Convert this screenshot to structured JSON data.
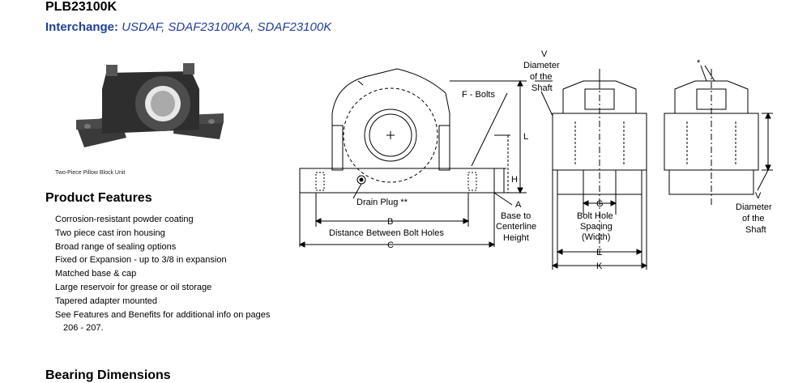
{
  "header": {
    "title": "PLB23100K",
    "interchange_label": "Interchange:",
    "interchange_value": "USDAF, SDAF23100KA, SDAF23100K"
  },
  "photo": {
    "caption": "Two-Piece Pillow Block Unit",
    "icon": "pillow-block-photo"
  },
  "features": {
    "heading": "Product Features",
    "items": [
      "Corrosion-resistant powder coating",
      "Two piece cast iron housing",
      "Broad range of sealing options",
      "Fixed or Expansion - up to 3/8 in expansion",
      "Matched base & cap",
      "Large reservoir for grease or oil storage",
      "Tapered adapter mounted"
    ],
    "last_item_line1": "See Features and Benefits for additional info on pages",
    "last_item_line2": "206 - 207."
  },
  "dimensions": {
    "heading": "Bearing Dimensions"
  },
  "drawing": {
    "f_bolts": "F - Bolts",
    "drain_plug": "Drain Plug **",
    "b_letter": "B",
    "b_text": "Distance Between Bolt Holes",
    "c_letter": "C",
    "a_letter": "A",
    "a_line1": "Base to",
    "a_line2": "Centerline",
    "a_line3": "Height",
    "l_letter": "L",
    "h_letter": "H",
    "v_letter": "V",
    "v_line1": "Diameter",
    "v_line2": "of the",
    "v_line3": "Shaft",
    "g_letter": "G",
    "g_line1": "Bolt Hole",
    "g_line2": "Spacing",
    "g_line3": "(Width)",
    "e_letter": "E",
    "k_letter": "K",
    "star": "*"
  }
}
